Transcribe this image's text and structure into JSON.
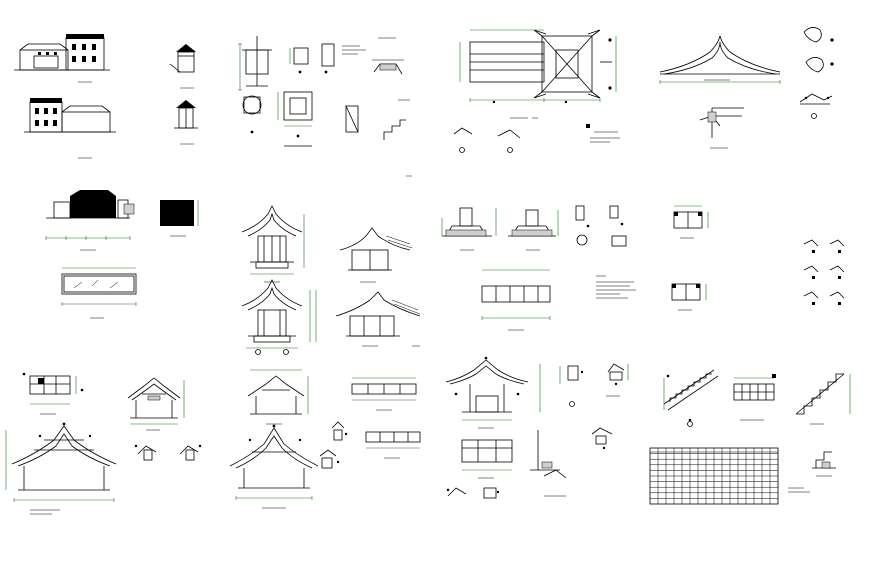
{
  "drawing": {
    "background": "#ffffff",
    "line_color": "#000000",
    "dimension_color": "#1a7a1a",
    "panels": [
      {
        "id": "building-elevations"
      },
      {
        "id": "small-pavilion-elevations"
      },
      {
        "id": "column-and-stair-details"
      },
      {
        "id": "corridor-roof-plan"
      },
      {
        "id": "roof-ridge-profile"
      },
      {
        "id": "ridge-ornament-details"
      },
      {
        "id": "wall-elevation-and-plan"
      },
      {
        "id": "octagonal-pavilion-sections"
      },
      {
        "id": "gate-roof-sections"
      },
      {
        "id": "footing-details"
      },
      {
        "id": "detail-plans"
      },
      {
        "id": "hall-sections"
      },
      {
        "id": "gable-sections"
      },
      {
        "id": "door-sections"
      },
      {
        "id": "stair-sections"
      },
      {
        "id": "schedule-table"
      }
    ],
    "schedule_table": {
      "rows": 10,
      "cols": 16
    }
  }
}
